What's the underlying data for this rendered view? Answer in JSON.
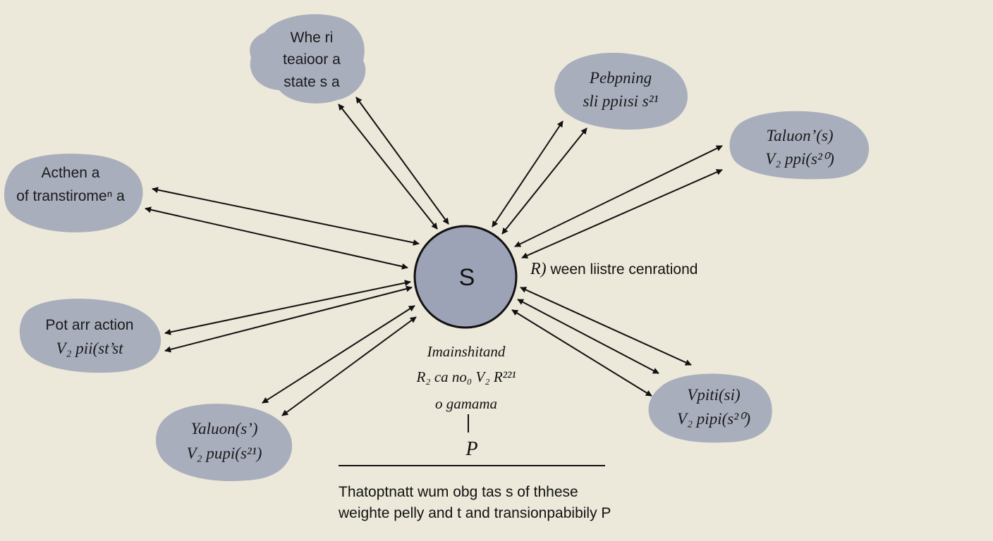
{
  "center_node": {
    "label": "S"
  },
  "center_side_label": {
    "prefix": "R)",
    "text": " ween liistre cenrationd"
  },
  "clouds": [
    {
      "id": "top",
      "lines": [
        "Whe ri",
        "teaioor a",
        "state s a"
      ],
      "italic": false
    },
    {
      "id": "top-right",
      "lines": [
        "Pebpning",
        "sli ppiısi s²¹"
      ],
      "italic": true
    },
    {
      "id": "right-upper",
      "lines": [
        "Taluon’(s)",
        "V₂ ppi(s²⁰)"
      ],
      "italic": true
    },
    {
      "id": "left-upper",
      "lines": [
        "Acthen a",
        "of transtiromeⁿ a"
      ],
      "italic": false
    },
    {
      "id": "left-middle",
      "lines": [
        "Pot arr action",
        "V₂ pii(st’st"
      ],
      "italic": false
    },
    {
      "id": "bottom-left",
      "lines": [
        "Yaluon(s’)",
        "V₂ pupi(s²¹)"
      ],
      "italic": true
    },
    {
      "id": "right-lower",
      "lines": [
        "Vpiti(si)",
        "V₂ pipi(s²⁰)"
      ],
      "italic": true
    }
  ],
  "center_annotation": {
    "line1": "Imainshitand",
    "line2": "R₂  ca  no₀ V₂  R²²¹",
    "line3": "o gamama"
  },
  "p_label": "P",
  "caption": {
    "line1": "Thatoptnatt wum obg tas s of thhese",
    "line2": "weighte pelly and t and transionpabibily P"
  }
}
